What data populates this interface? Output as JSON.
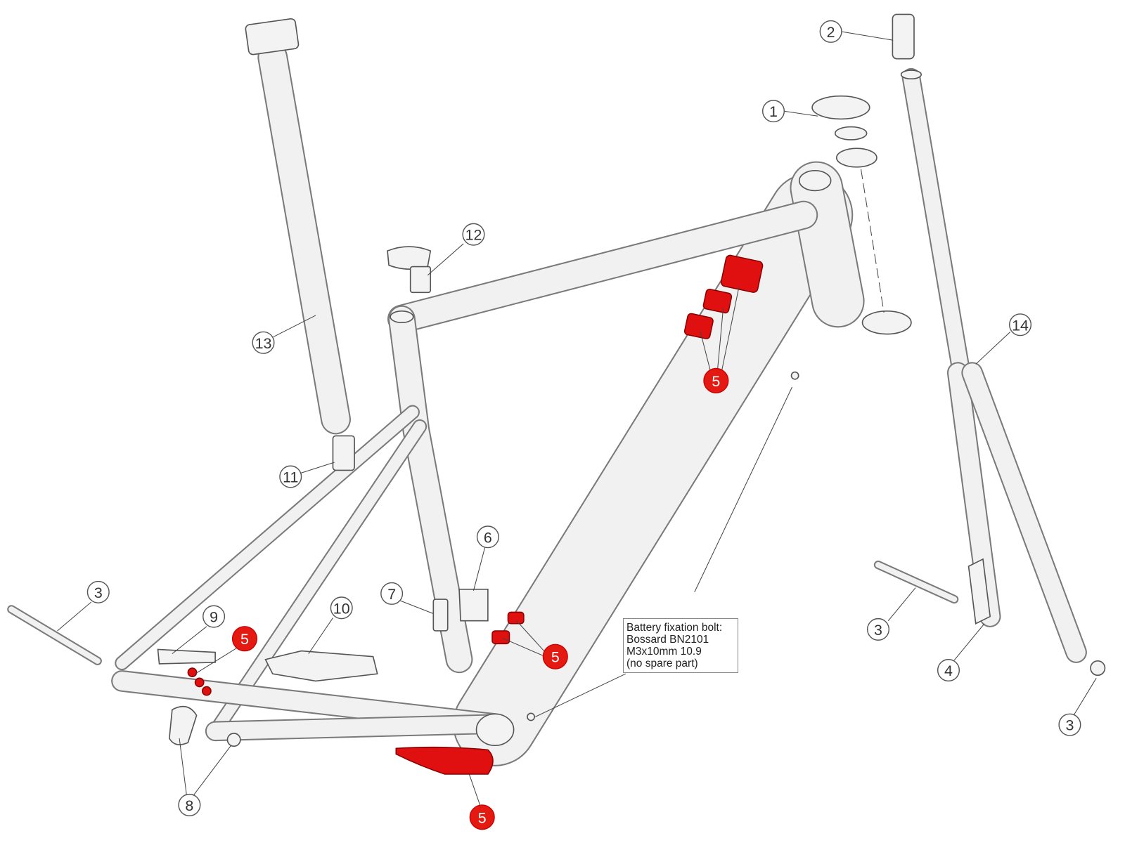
{
  "diagram": {
    "callouts": [
      "1",
      "2",
      "12",
      "14",
      "13",
      "11",
      "6",
      "3",
      "7",
      "10",
      "9",
      "3",
      "4",
      "3",
      "8"
    ],
    "highlighted_callouts": [
      "5",
      "5",
      "5",
      "5"
    ],
    "highlight_color": "#e41a12",
    "note": {
      "lines": [
        "Battery fixation bolt:",
        "Bossard BN2101",
        "M3x10mm 10.9",
        "(no spare part)"
      ]
    }
  }
}
